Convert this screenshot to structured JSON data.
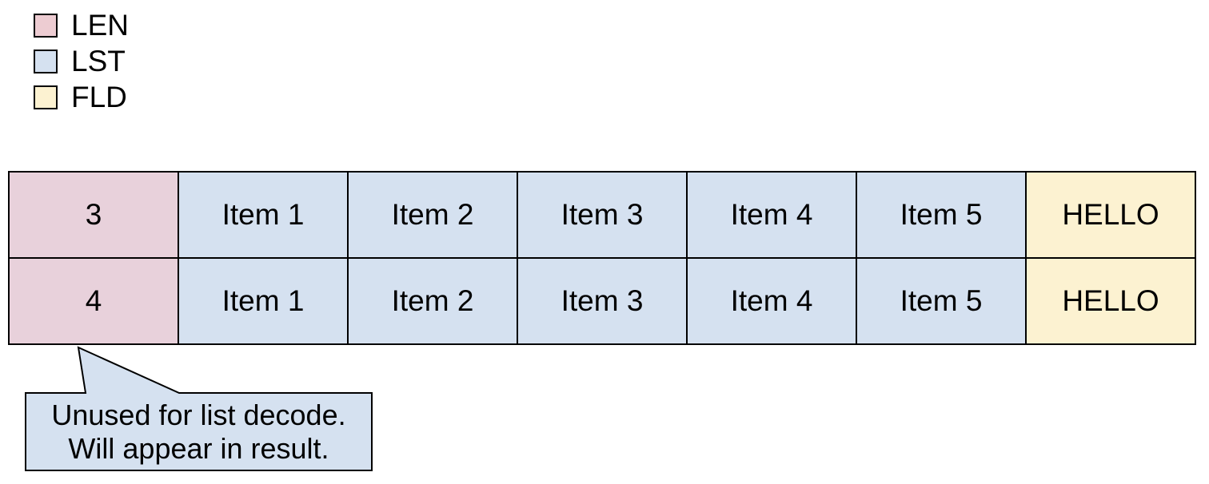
{
  "legend": {
    "items": [
      {
        "label": "LEN"
      },
      {
        "label": "LST"
      },
      {
        "label": "FLD"
      }
    ]
  },
  "table": {
    "column_types": [
      "LEN",
      "LST",
      "LST",
      "LST",
      "LST",
      "LST",
      "FLD"
    ],
    "rows": [
      {
        "cells": [
          "3",
          "Item 1",
          "Item 2",
          "Item 3",
          "Item 4",
          "Item 5",
          "HELLO"
        ]
      },
      {
        "cells": [
          "4",
          "Item 1",
          "Item 2",
          "Item 3",
          "Item 4",
          "Item 5",
          "HELLO"
        ]
      }
    ]
  },
  "callout": {
    "lines": [
      "Unused for list decode.",
      "Will appear in result."
    ]
  },
  "colors": {
    "len_legend": "#edccd2",
    "len_cell": "#e8d1db",
    "lst": "#d5e1f0",
    "fld": "#fcf2d1",
    "callout_fill": "#d5e1f0",
    "border": "#000000",
    "text": "#000000"
  }
}
